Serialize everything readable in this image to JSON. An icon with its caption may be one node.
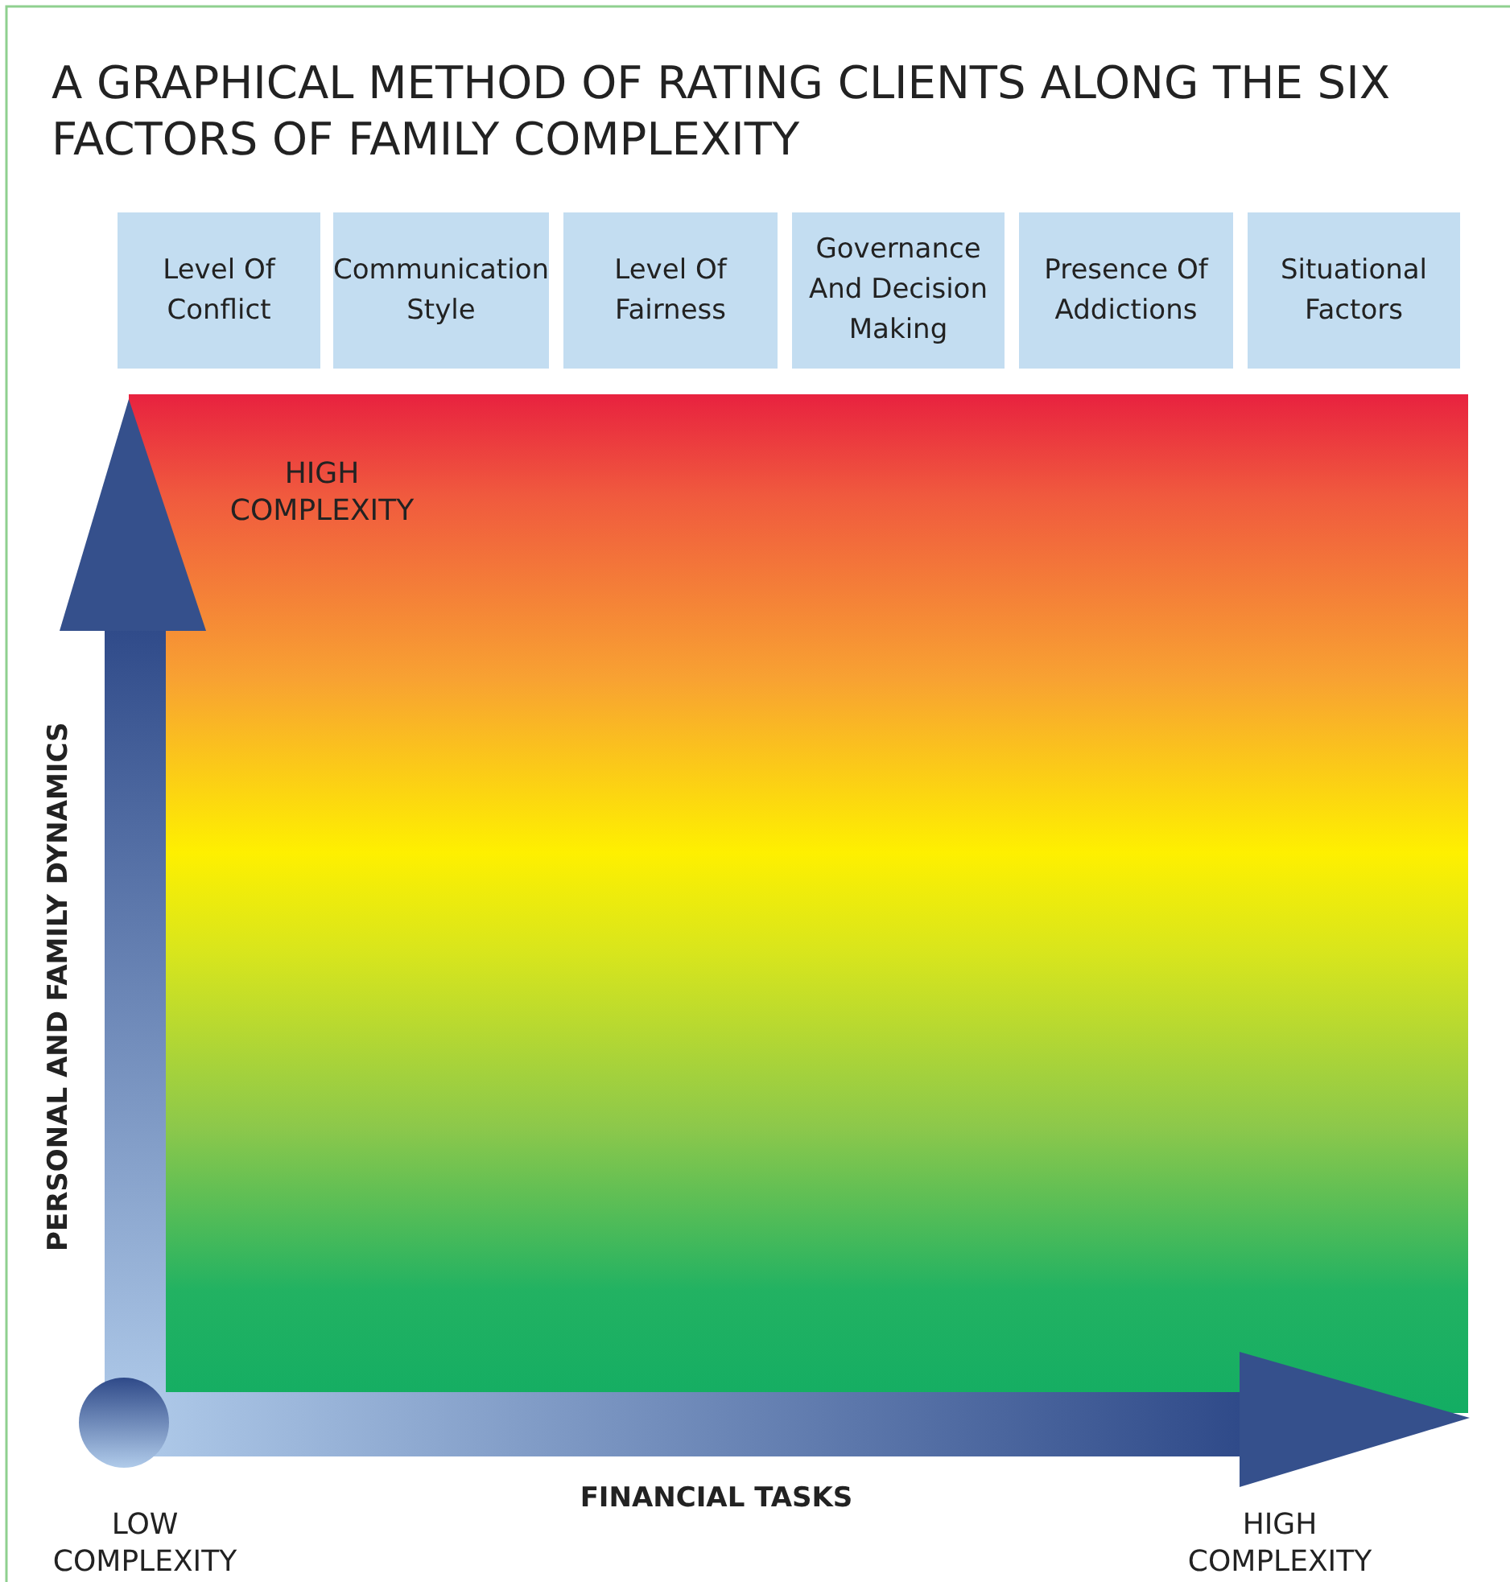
{
  "diagram": {
    "title": "A GRAPHICAL METHOD OF RATING CLIENTS ALONG THE SIX FACTORS OF FAMILY COMPLEXITY",
    "nodes": [
      {
        "text": [
          "Level Of Conflict"
        ]
      },
      {
        "text": [
          "Communication Style"
        ]
      },
      {
        "text": [
          "Level Of Fairness"
        ]
      },
      {
        "text": [
          "Governance And Decision Making"
        ]
      },
      {
        "text": [
          "Presence Of Addictions"
        ]
      },
      {
        "text": [
          "Situational Factors"
        ]
      }
    ],
    "labels": [
      "HIGH COMPLEXITY",
      "PERSONAL AND FAMILY DYNAMICS",
      "FINANCIAL TASKS",
      "LOW COMPLEXITY",
      "HIGH COMPLEXITY"
    ]
  }
}
